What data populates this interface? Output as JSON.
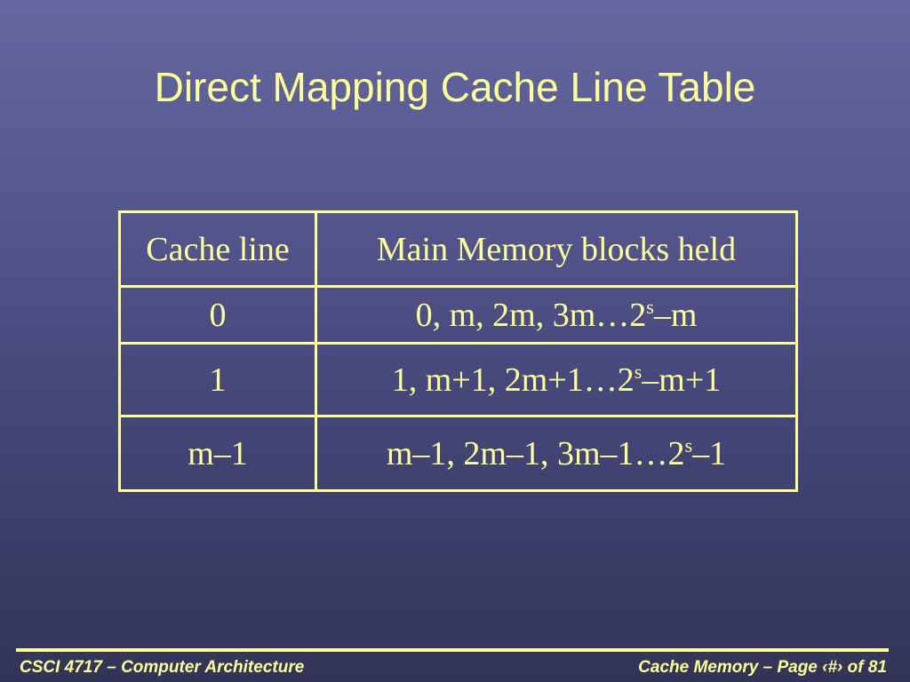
{
  "slide": {
    "title": "Direct Mapping Cache Line Table"
  },
  "table": {
    "headers": [
      "Cache line",
      "Main Memory blocks held"
    ],
    "rows": [
      {
        "line": "0",
        "blocks_before": "0, m, 2m, 3m…2",
        "blocks_sup": "s",
        "blocks_after": "–m"
      },
      {
        "line": "1",
        "blocks_before": "1, m+1, 2m+1…2",
        "blocks_sup": "s",
        "blocks_after": "–m+1"
      },
      {
        "line": "m–1",
        "blocks_before": "m–1, 2m–1, 3m–1…2",
        "blocks_sup": "s",
        "blocks_after": "–1"
      }
    ]
  },
  "footer": {
    "left": "CSCI 4717 – Computer Architecture",
    "right": "Cache Memory – Page ‹#› of 81"
  },
  "colors": {
    "text": "#ffff99",
    "background_top": "#6567a0",
    "background_bottom": "#323457"
  }
}
